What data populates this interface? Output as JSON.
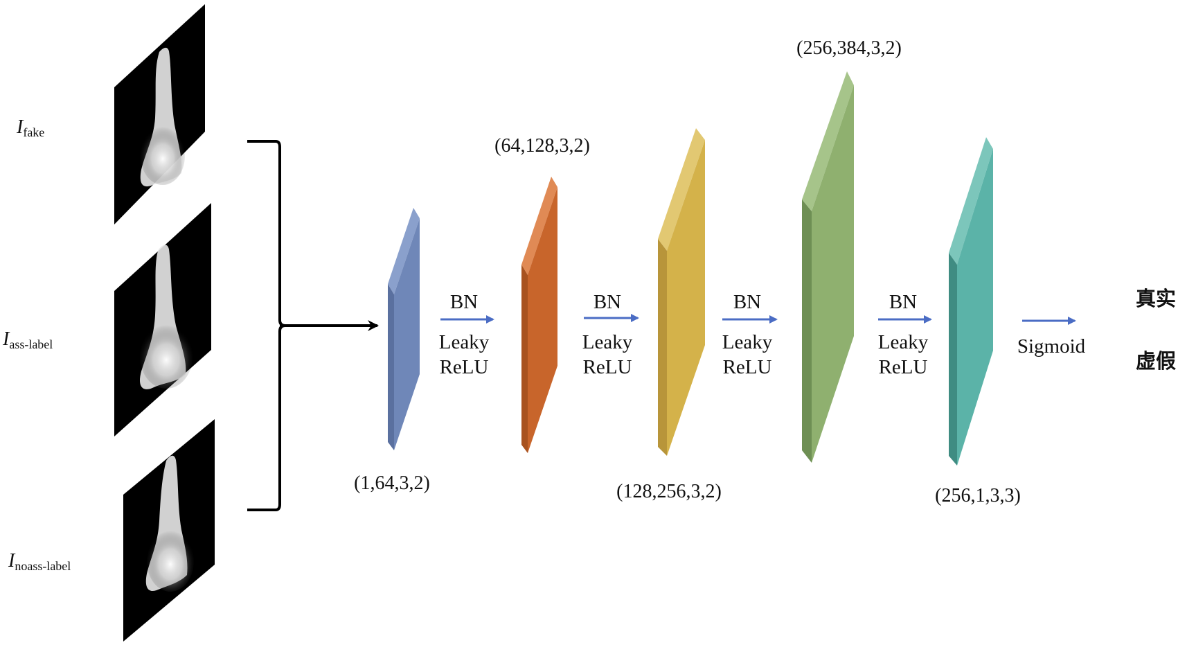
{
  "inputs": [
    {
      "symbol": "I",
      "subscript": "fake"
    },
    {
      "symbol": "I",
      "subscript": "ass-label"
    },
    {
      "symbol": "I",
      "subscript": "noass-label"
    }
  ],
  "layers": [
    {
      "dims": "(1,64,3,2)",
      "color": "#6f87b8"
    },
    {
      "dims": "(64,128,3,2)",
      "color": "#c8652b"
    },
    {
      "dims": "(128,256,3,2)",
      "color": "#d4b24a"
    },
    {
      "dims": "(256,384,3,2)",
      "color": "#8fb06f"
    },
    {
      "dims": "(256,1,3,3)",
      "color": "#5bb3a8"
    }
  ],
  "operations": [
    {
      "line1": "BN",
      "line2": "Leaky",
      "line3": "ReLU"
    },
    {
      "line1": "BN",
      "line2": "Leaky",
      "line3": "ReLU"
    },
    {
      "line1": "BN",
      "line2": "Leaky",
      "line3": "ReLU"
    },
    {
      "line1": "BN",
      "line2": "Leaky",
      "line3": "ReLU"
    }
  ],
  "final_op": "Sigmoid",
  "outputs": [
    "真实",
    "虚假"
  ],
  "arrow_color": "#4a6cc4"
}
